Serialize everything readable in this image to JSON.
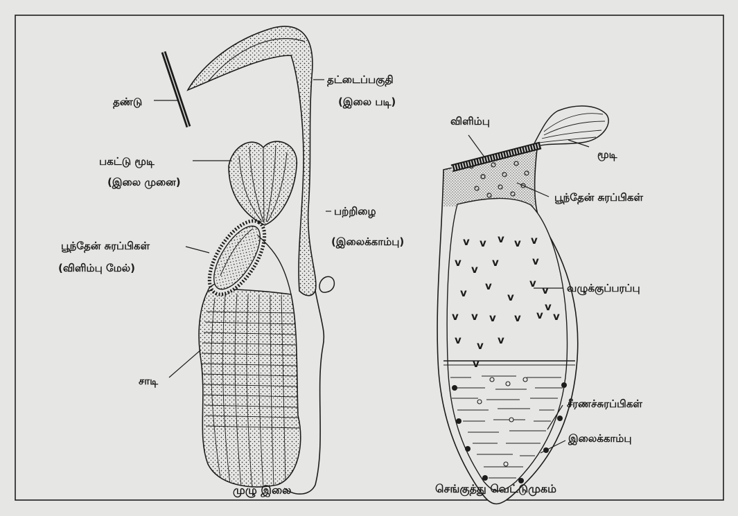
{
  "figure": {
    "left_view": {
      "caption": "முழு இலை",
      "labels": {
        "stem": "தண்டு",
        "lamina": "தட்டைப்பகுதி",
        "lamina_note": "(இலை படி)",
        "lid": "பகட்டு மூடி",
        "lid_note": "(இலை முனை)",
        "nectar_glands": "பூந்தேன் சுரப்பிகள்",
        "nectar_glands_note": "(விளிம்பு மேல்)",
        "tendril": "பற்றிழை",
        "tendril_note": "(இலைக்காம்பு)",
        "pitcher": "சாடி"
      }
    },
    "right_view": {
      "caption": "செங்குத்து வெட்டுமுகம்",
      "labels": {
        "rim": "விளிம்பு",
        "lid": "மூடி",
        "nectar_glands": "பூந்தேன் சுரப்பிகள்",
        "slippery_surface": "வழுக்குப்பரப்பு",
        "digestive_glands": "சீரணச்சுரப்பிகள்",
        "petiole": "இலைக்காம்பு"
      }
    },
    "colors": {
      "ink": "#1c1c1c",
      "paper": "#e6e6e4"
    }
  }
}
